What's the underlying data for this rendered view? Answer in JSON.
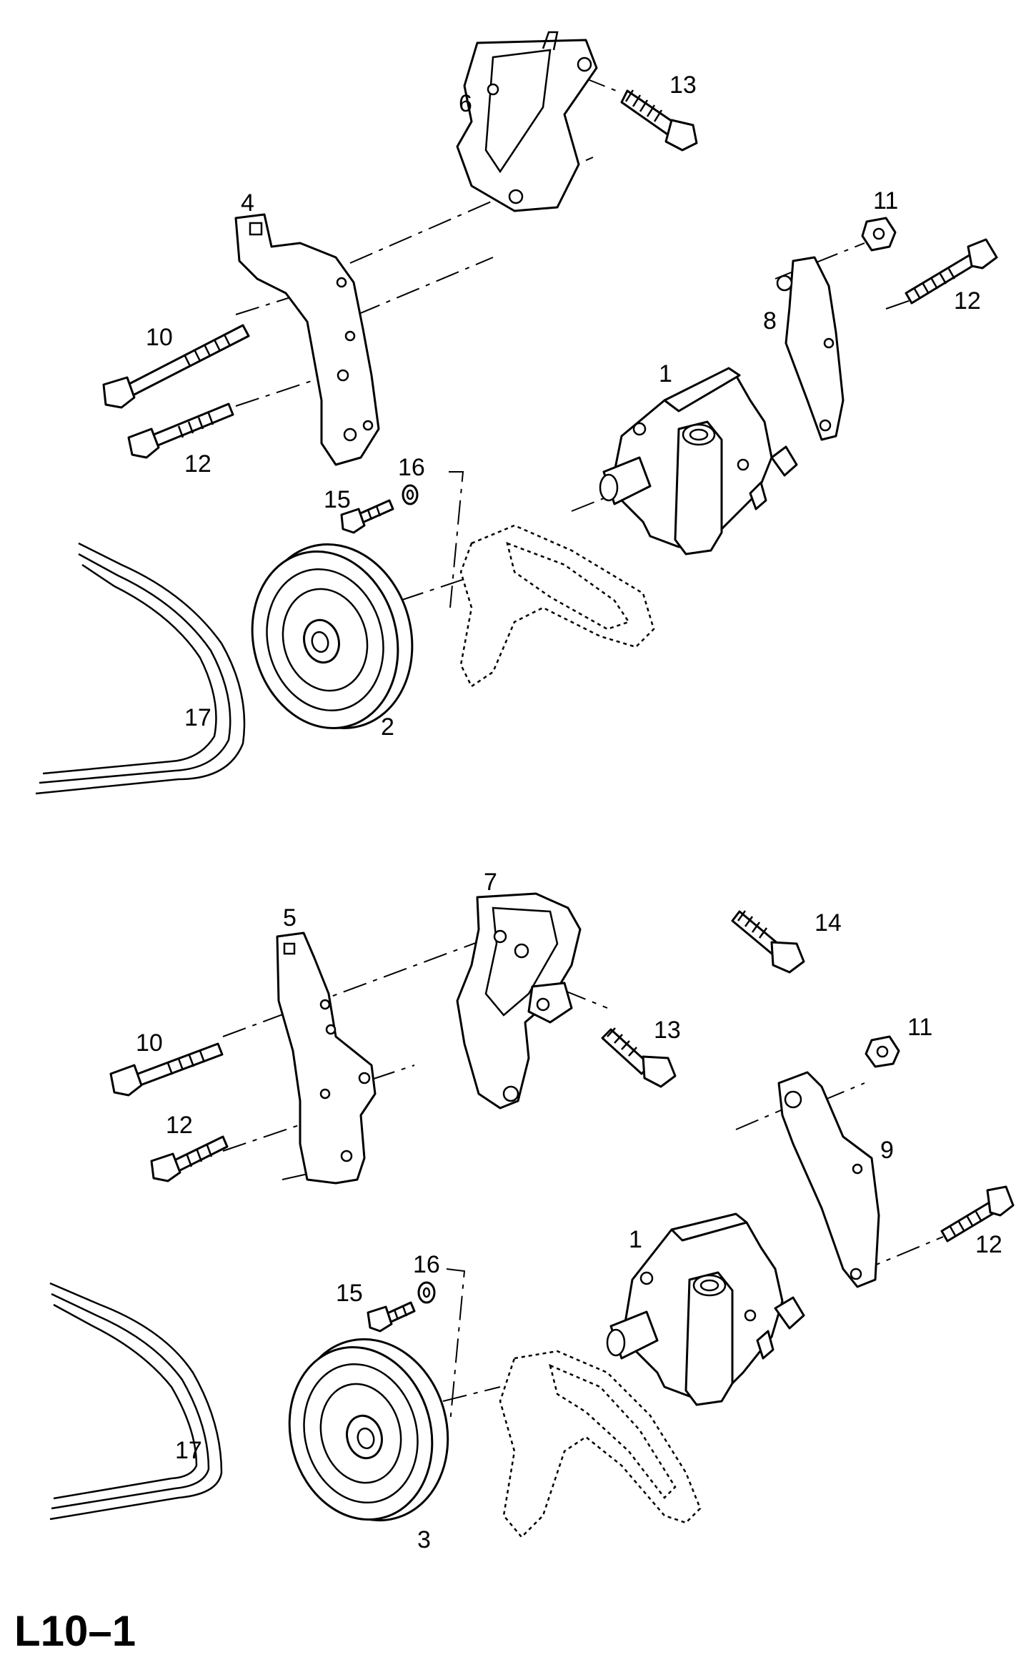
{
  "diagram": {
    "code": "L10–1",
    "upper_assembly": {
      "callouts": {
        "p1": "1",
        "p2": "2",
        "p4": "4",
        "p6": "6",
        "p8": "8",
        "p10": "10",
        "p11": "11",
        "p12a": "12",
        "p12b": "12",
        "p13": "13",
        "p15": "15",
        "p16": "16",
        "p17": "17"
      }
    },
    "lower_assembly": {
      "callouts": {
        "p1": "1",
        "p3": "3",
        "p5": "5",
        "p7": "7",
        "p9": "9",
        "p10": "10",
        "p11": "11",
        "p12a": "12",
        "p12b": "12",
        "p13": "13",
        "p14": "14",
        "p15": "15",
        "p16": "16",
        "p17": "17"
      }
    }
  }
}
